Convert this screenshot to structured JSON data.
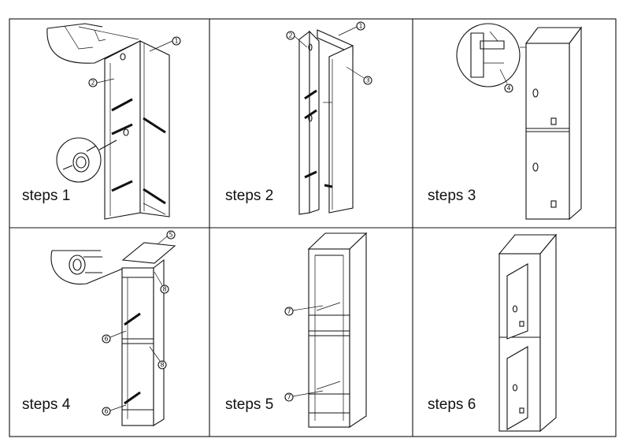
{
  "steps": [
    {
      "label": "steps 1",
      "callouts": [
        "1",
        "2"
      ]
    },
    {
      "label": "steps 2",
      "callouts": [
        "1",
        "2",
        "3"
      ]
    },
    {
      "label": "steps 3",
      "callouts": [
        "4"
      ]
    },
    {
      "label": "steps 4",
      "callouts": [
        "5",
        "6",
        "6",
        "8",
        "8"
      ]
    },
    {
      "label": "steps 5",
      "callouts": [
        "7",
        "7"
      ]
    },
    {
      "label": "steps 6",
      "callouts": []
    }
  ]
}
